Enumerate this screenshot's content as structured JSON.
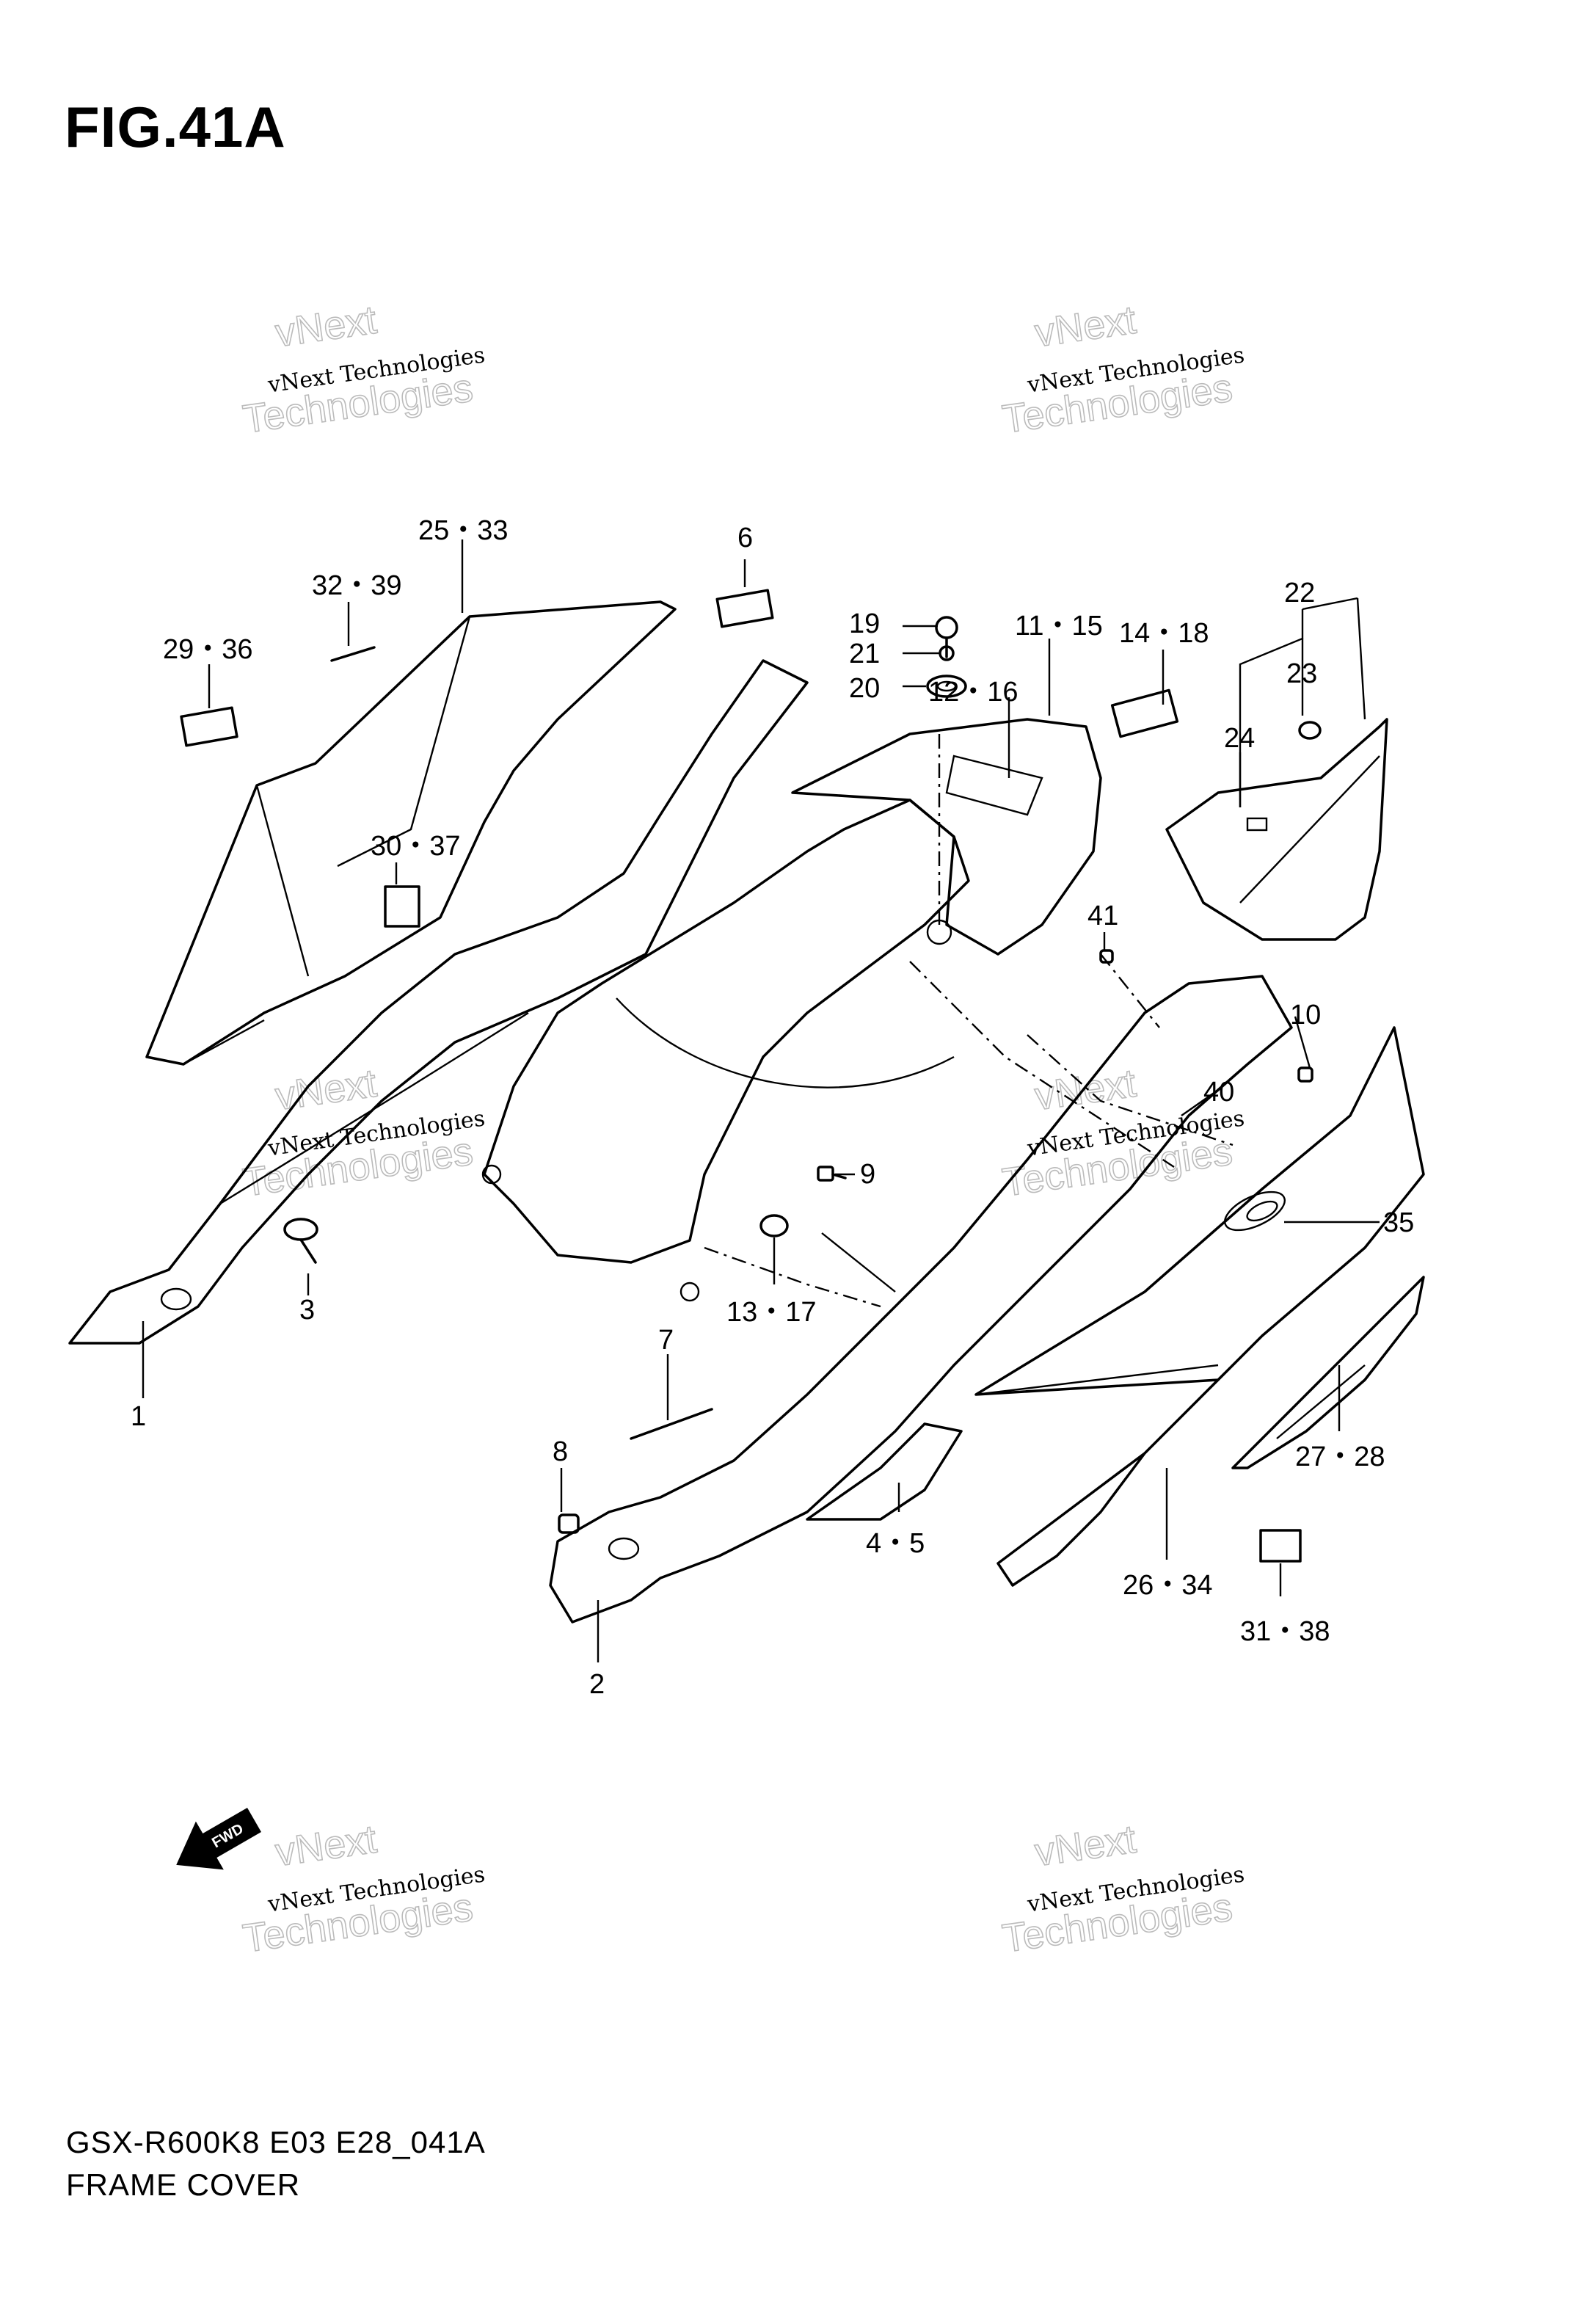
{
  "figure": {
    "title": "FIG.41A",
    "model_code": "GSX-R600K8 E03 E28_041A",
    "part_group": "FRAME COVER"
  },
  "watermark": {
    "line1": "vNext",
    "line2": "vNext Technologies",
    "line3": "Technologies"
  },
  "fwd_arrow": {
    "label": "FWD",
    "icon": "forward-arrow-icon"
  },
  "callouts": [
    {
      "id": "1",
      "text": "1"
    },
    {
      "id": "2",
      "text": "2"
    },
    {
      "id": "3",
      "text": "3"
    },
    {
      "id": "4-5",
      "text": "4・5"
    },
    {
      "id": "6",
      "text": "6"
    },
    {
      "id": "7",
      "text": "7"
    },
    {
      "id": "8",
      "text": "8"
    },
    {
      "id": "9",
      "text": "9"
    },
    {
      "id": "10",
      "text": "10"
    },
    {
      "id": "11-15",
      "text": "11・15"
    },
    {
      "id": "12-16",
      "text": "12・16"
    },
    {
      "id": "13-17",
      "text": "13・17"
    },
    {
      "id": "14-18",
      "text": "14・18"
    },
    {
      "id": "19",
      "text": "19"
    },
    {
      "id": "20",
      "text": "20"
    },
    {
      "id": "21",
      "text": "21"
    },
    {
      "id": "22",
      "text": "22"
    },
    {
      "id": "23",
      "text": "23"
    },
    {
      "id": "24",
      "text": "24"
    },
    {
      "id": "25-33",
      "text": "25・33"
    },
    {
      "id": "26-34",
      "text": "26・34"
    },
    {
      "id": "27-28",
      "text": "27・28"
    },
    {
      "id": "29-36",
      "text": "29・36"
    },
    {
      "id": "30-37",
      "text": "30・37"
    },
    {
      "id": "31-38",
      "text": "31・38"
    },
    {
      "id": "32-39",
      "text": "32・39"
    },
    {
      "id": "35",
      "text": "35"
    },
    {
      "id": "40",
      "text": "40"
    },
    {
      "id": "41",
      "text": "41"
    }
  ]
}
